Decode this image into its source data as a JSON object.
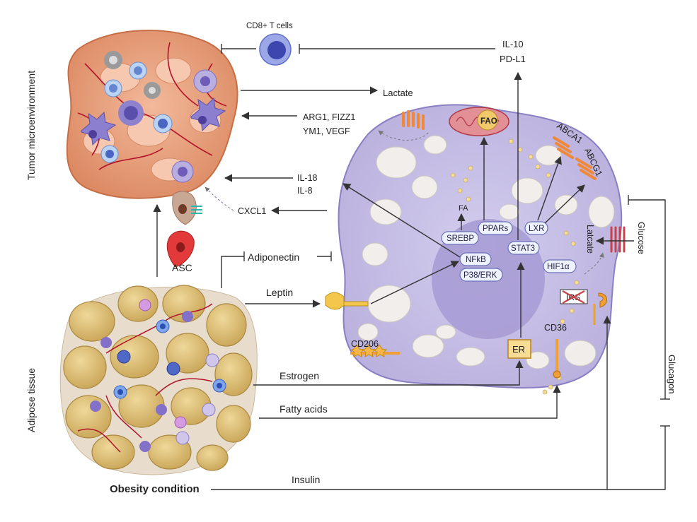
{
  "sections": {
    "tumor": "Tumor microenvironment",
    "adipose": "Adipose tissue",
    "obesity": "Obesity condition"
  },
  "cells": {
    "cd8": "CD8+ T cells",
    "asc": "ASC"
  },
  "signals": {
    "lactate_out": "Lactate",
    "arg_line1": "ARG1, FIZZ1",
    "arg_line2": "YM1, VEGF",
    "il18": "IL-18",
    "il8": "IL-8",
    "cxcl1": "CXCL1",
    "il10": "IL-10",
    "pdl1": "PD-L1",
    "adiponectin": "Adiponectin",
    "leptin": "Leptin",
    "estrogen": "Estrogen",
    "fatty_acids": "Fatty acids",
    "insulin": "Insulin",
    "glucagon": "Glucagon",
    "glucose": "Glucose"
  },
  "macrophage": {
    "fao": "FAO",
    "fa": "FA",
    "srebp": "SREBP",
    "ppars": "PPARs",
    "lxr": "LXR",
    "stat3": "STAT3",
    "nfkb": "NFkB",
    "p38": "P38/ERK",
    "hif1a": "HIF1α",
    "irs": "IRS",
    "cd36": "CD36",
    "cd206": "CD206",
    "er": "ER",
    "abca1": "ABCA1",
    "abcg1": "ABCG1",
    "latcate": "Latcate"
  },
  "colors": {
    "tumor": "#e9a07a",
    "macrophage": "#c9c2e6",
    "nucleus": "#a497d2",
    "adipocyte": "#e0c47a",
    "receptor_orange": "#f0883a",
    "receptor_red": "#c8424b",
    "arrow": "#333333"
  }
}
